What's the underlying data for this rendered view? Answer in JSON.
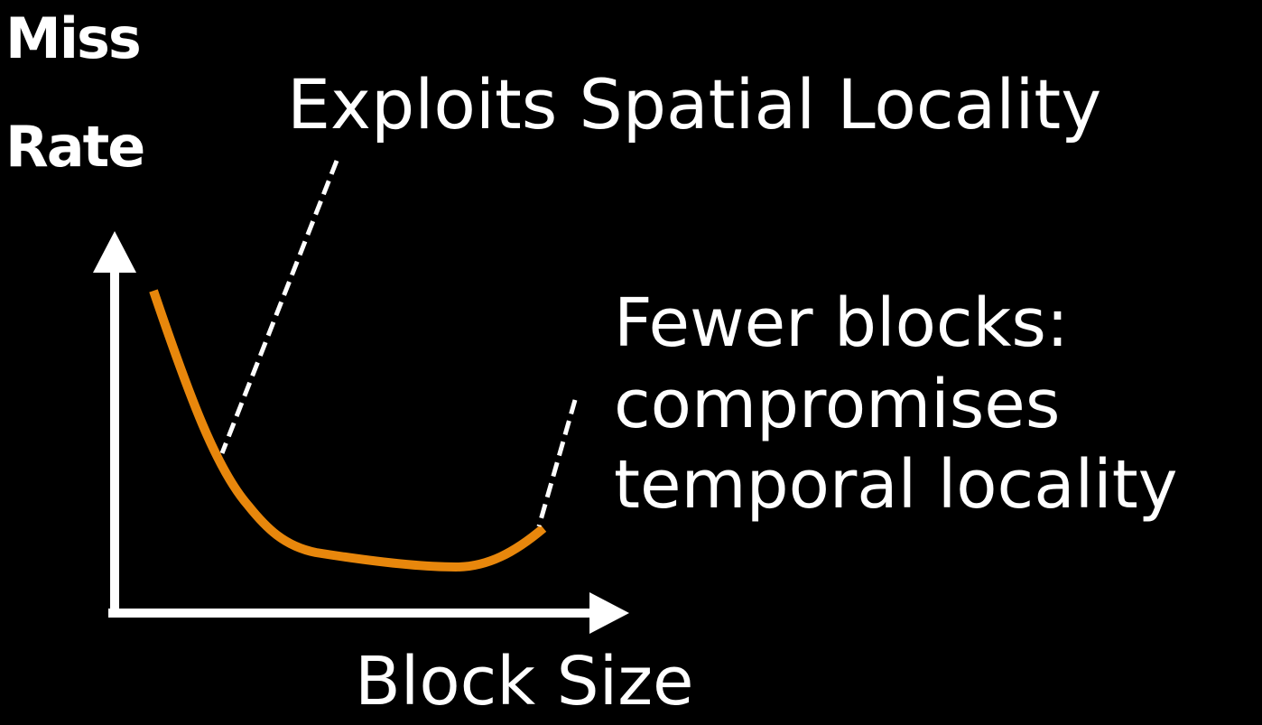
{
  "axes": {
    "y_label_line1": "Miss",
    "y_label_line2": "Rate",
    "x_label": "Block Size"
  },
  "annotations": {
    "spatial": "Exploits Spatial Locality",
    "temporal_line1": "Fewer blocks:",
    "temporal_line2": "compromises",
    "temporal_line3": "temporal locality"
  },
  "colors": {
    "background": "#000000",
    "text": "#ffffff",
    "axis": "#ffffff",
    "curve": "#e8870c",
    "leader_line": "#ffffff"
  }
}
